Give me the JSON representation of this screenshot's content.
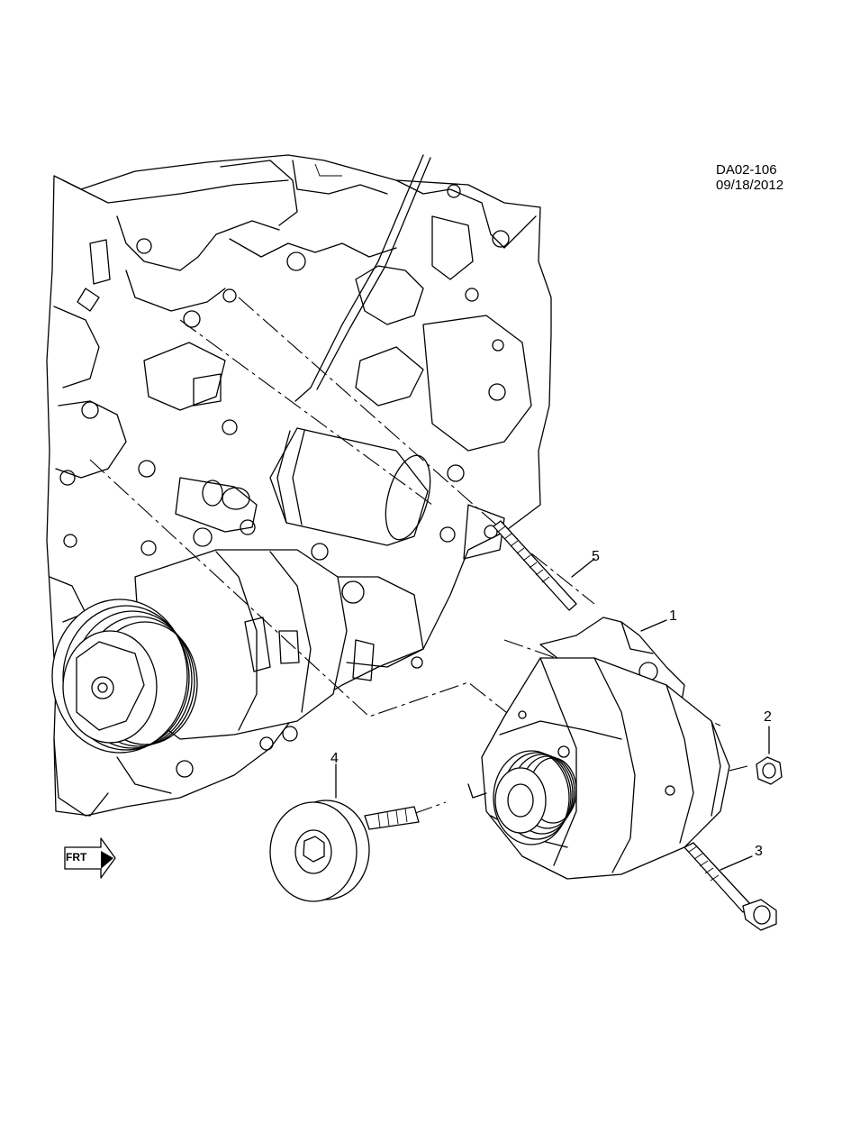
{
  "diagram": {
    "reference_code": "DA02-106 09/18/2012",
    "callouts": [
      {
        "id": "callout-1",
        "label": "1"
      },
      {
        "id": "callout-2",
        "label": "2"
      },
      {
        "id": "callout-3",
        "label": "3"
      },
      {
        "id": "callout-4",
        "label": "4"
      },
      {
        "id": "callout-5",
        "label": "5"
      }
    ],
    "front_indicator": {
      "label": "FRT",
      "icon": "front-arrow-icon"
    }
  }
}
